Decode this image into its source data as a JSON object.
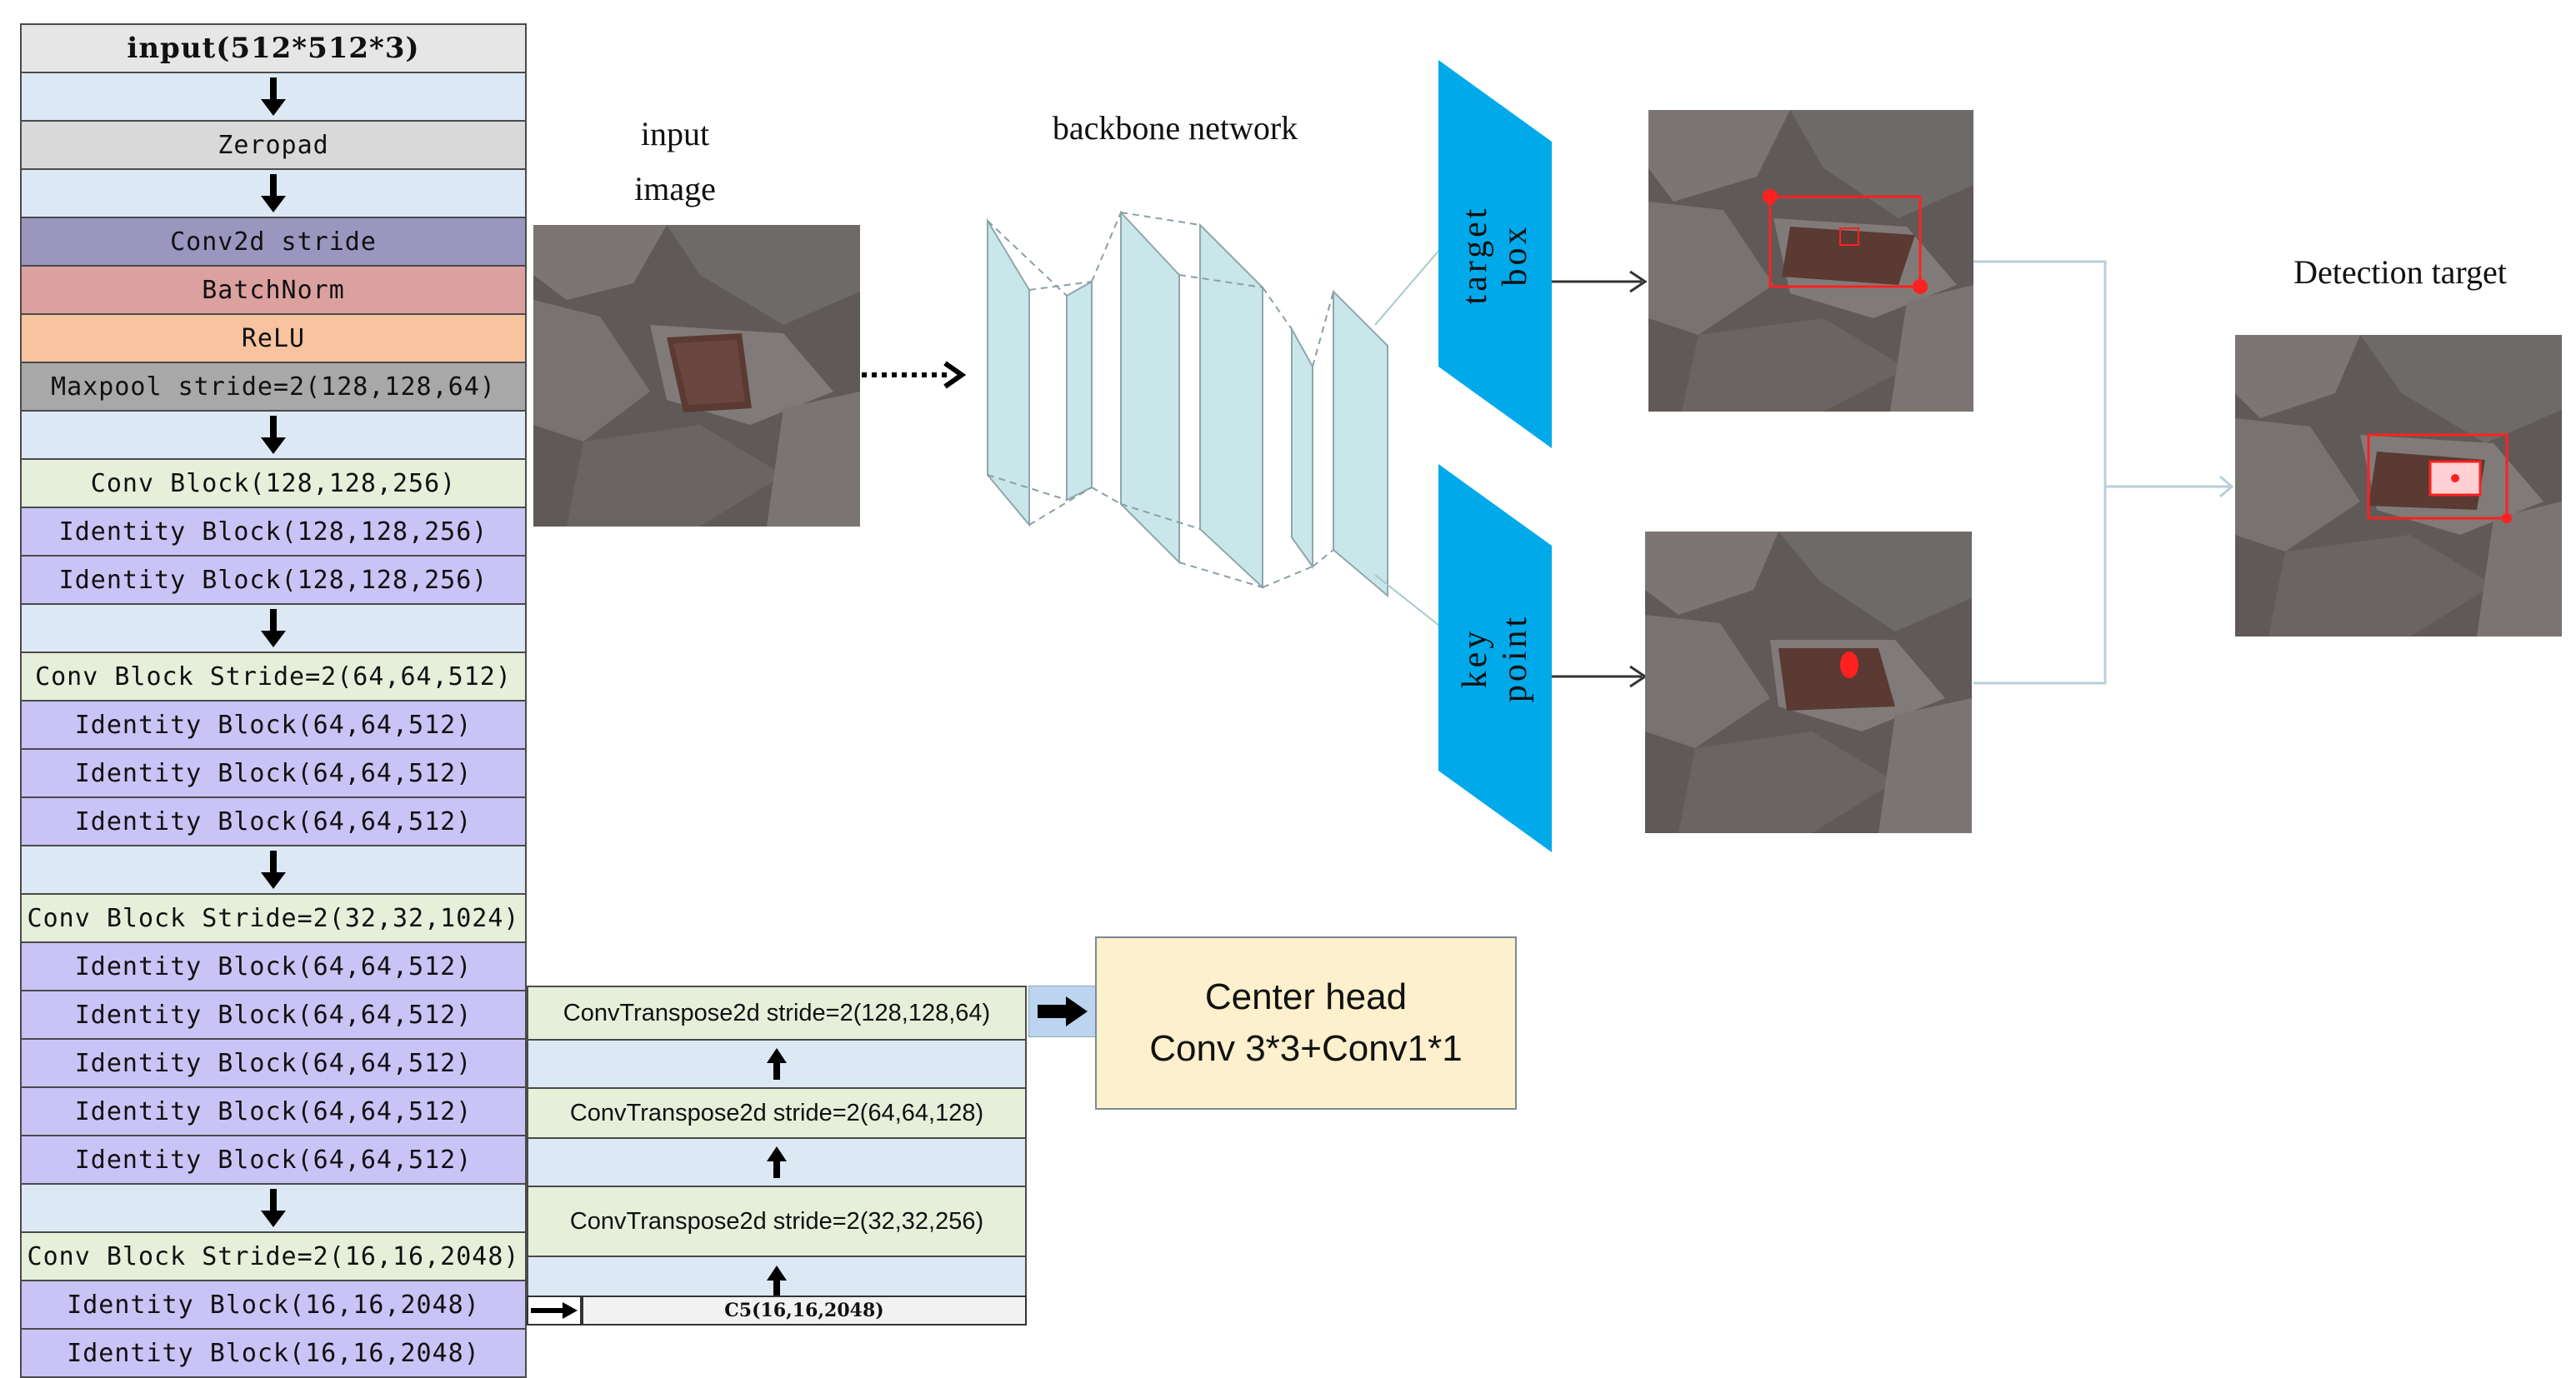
{
  "backbone_layers": [
    {
      "label": "input(512*512*3)",
      "kind": "input"
    },
    {
      "label": "",
      "kind": "arrow"
    },
    {
      "label": "Zeropad",
      "kind": "zero"
    },
    {
      "label": "",
      "kind": "arrow"
    },
    {
      "label": "Conv2d stride",
      "kind": "conv"
    },
    {
      "label": "BatchNorm",
      "kind": "bn"
    },
    {
      "label": "ReLU",
      "kind": "relu"
    },
    {
      "label": "Maxpool stride=2(128,128,64)",
      "kind": "max"
    },
    {
      "label": "",
      "kind": "arrow"
    },
    {
      "label": "Conv Block(128,128,256)",
      "kind": "convb"
    },
    {
      "label": "Identity Block(128,128,256)",
      "kind": "id"
    },
    {
      "label": "Identity Block(128,128,256)",
      "kind": "id"
    },
    {
      "label": "",
      "kind": "arrow"
    },
    {
      "label": "Conv Block Stride=2(64,64,512)",
      "kind": "convb"
    },
    {
      "label": "Identity Block(64,64,512)",
      "kind": "id"
    },
    {
      "label": "Identity Block(64,64,512)",
      "kind": "id"
    },
    {
      "label": "Identity Block(64,64,512)",
      "kind": "id"
    },
    {
      "label": "",
      "kind": "arrow"
    },
    {
      "label": "Conv Block Stride=2(32,32,1024)",
      "kind": "convb"
    },
    {
      "label": "Identity Block(64,64,512)",
      "kind": "id"
    },
    {
      "label": "Identity Block(64,64,512)",
      "kind": "id"
    },
    {
      "label": "Identity Block(64,64,512)",
      "kind": "id"
    },
    {
      "label": "Identity Block(64,64,512)",
      "kind": "id"
    },
    {
      "label": "Identity Block(64,64,512)",
      "kind": "id"
    },
    {
      "label": "",
      "kind": "arrow"
    },
    {
      "label": "Conv Block Stride=2(16,16,2048)",
      "kind": "convb"
    },
    {
      "label": "Identity Block(16,16,2048)",
      "kind": "id"
    },
    {
      "label": "Identity Block(16,16,2048)",
      "kind": "id"
    }
  ],
  "upsample_layers": [
    {
      "label": "ConvTranspose2d stride=2(128,128,64)",
      "kind": "ct"
    },
    {
      "label": "",
      "kind": "arrow"
    },
    {
      "label": "ConvTranspose2d stride=2(64,64,128)",
      "kind": "ct"
    },
    {
      "label": "",
      "kind": "arrow"
    },
    {
      "label": "ConvTranspose2d stride=2(32,32,256)",
      "kind": "ct"
    },
    {
      "label": "",
      "kind": "arrow"
    }
  ],
  "c5_label": "C5(16,16,2048)",
  "center_head": {
    "line1": "Center head",
    "line2": "Conv 3*3+Conv1*1"
  },
  "input_image_label": {
    "line1": "input",
    "line2": "image"
  },
  "backbone_network_label": "backbone network",
  "target_box_label": "target box",
  "key_point_label": "key point",
  "detection_target_label": "Detection target",
  "colors": {
    "head_blue": "#00a9ea",
    "detection_red": "#ff2020",
    "prism_fill": "#c9e7ea",
    "connector_line": "#b8cfd8"
  }
}
